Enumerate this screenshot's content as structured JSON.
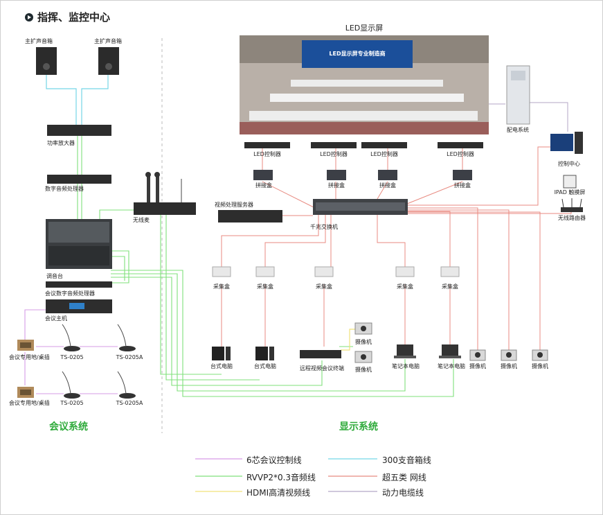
{
  "header": {
    "title": "指挥、监控中心",
    "icon": "play-circle-icon"
  },
  "led_screen": {
    "label": "LED显示屏",
    "inner_caption": "LED显示屏专业制造商"
  },
  "left": {
    "speaker1": "主扩声音箱",
    "speaker2": "主扩声音箱",
    "amplifier": "功率放大器",
    "dsp": "数字音频处理器",
    "wireless_mic": "无线麦",
    "mixer": "调音台",
    "conf_dsp": "会议数字音频处理器",
    "conf_host": "会议主机",
    "floor_box1": "会议专用地/桌插",
    "mic1": "TS-0205",
    "mic2": "TS-0205A",
    "floor_box2": "会议专用地/桌插",
    "mic3": "TS-0205",
    "mic4": "TS-0205A"
  },
  "right": {
    "led_controller": "LED控制器",
    "splice_box": "拼接盒",
    "video_server": "视频处理服务器",
    "switch": "千兆交换机",
    "capture_box": "采集盒",
    "desktop": "台式电脑",
    "video_terminal": "远程视频会议终端",
    "camera": "摄像机",
    "laptop": "笔记本电脑",
    "power_cabinet": "配电系统",
    "control_center": "控制中心",
    "ipad": "IPAD 触摸屏",
    "router": "无线路由器"
  },
  "sections": {
    "conference": "会议系统",
    "display": "显示系统"
  },
  "legend": [
    {
      "text": "6芯会议控制线",
      "color": "#d69be6"
    },
    {
      "text": "300支音箱线",
      "color": "#74d6e6"
    },
    {
      "text": "RVVP2*0.3音频线",
      "color": "#7fe07a"
    },
    {
      "text": "超五类 网线",
      "color": "#e88a80"
    },
    {
      "text": "HDMI高清视频线",
      "color": "#f0e27a"
    },
    {
      "text": "动力电缆线",
      "color": "#b3a6c6"
    }
  ]
}
